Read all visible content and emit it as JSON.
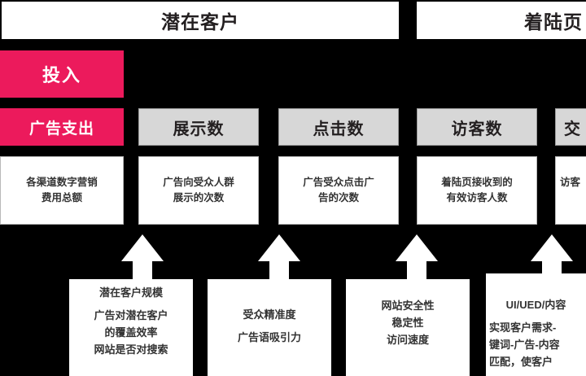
{
  "palette": {
    "background": "#000000",
    "accent_pink": "#ec1a5c",
    "header_white": "#ffffff",
    "metric_gray": "#d7d7d7",
    "text_dark": "#333333"
  },
  "stages": [
    {
      "label": "潜在客户"
    },
    {
      "label": "着陆页"
    }
  ],
  "row_label": {
    "label": "投入"
  },
  "metrics": [
    {
      "label": "广告支出",
      "style": "pink",
      "desc": "各渠道数字营销\n费用总额"
    },
    {
      "label": "展示数",
      "style": "gray",
      "desc": "广告向受众人群\n展示的次数"
    },
    {
      "label": "点击数",
      "style": "gray",
      "desc": "广告受众点击广\n告的次数"
    },
    {
      "label": "访客数",
      "style": "gray",
      "desc": "着陆页接收到的\n有效访客人数"
    },
    {
      "label": "交",
      "style": "gray",
      "desc": "访客"
    }
  ],
  "factors": [
    {
      "lines": [
        "潜在客户规模",
        "广告对潜在客户",
        "的覆盖效率",
        "网站是否对搜索"
      ],
      "gap_after": [
        0
      ]
    },
    {
      "lines": [
        "受众精准度",
        "广告语吸引力"
      ],
      "gap_after": []
    },
    {
      "lines": [
        "网站安全性",
        "稳定性",
        "访问速度"
      ],
      "gap_after": []
    },
    {
      "lines": [
        "UI/UED/内容",
        "实现客户需求-",
        "键词-广告-内容",
        "匹配，使客户"
      ],
      "gap_after": [
        0
      ]
    }
  ],
  "arrows": [
    {
      "name": "arrow-up-impressions"
    },
    {
      "name": "arrow-up-clicks"
    },
    {
      "name": "arrow-up-visitors"
    },
    {
      "name": "arrow-up-conversions"
    }
  ]
}
